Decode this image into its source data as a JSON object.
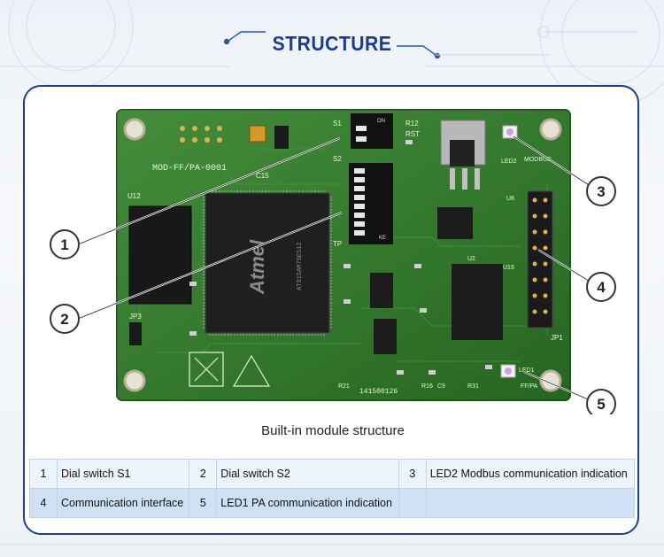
{
  "header": {
    "title": "STRUCTURE"
  },
  "board": {
    "labels": {
      "s1": "S1",
      "s2": "S2",
      "model": "MOD-FF/PA-0001",
      "u12": "U12",
      "u2": "U2",
      "tp": "TP",
      "jp3": "JP3",
      "jp1": "JP1",
      "r12": "R12",
      "rst": "RST",
      "led2": "LED2",
      "modbus": "MODBUS",
      "led1": "LED1",
      "ffpa": "FF/PA",
      "r31": "R31",
      "r21": "R21",
      "serial": "141500126",
      "c15": "C15",
      "u16": "U16",
      "u8": "U8",
      "r16": "R16",
      "c9": "C9",
      "chip_brand": "Atmel",
      "chip_part": "AT91SAM7SE512",
      "on": "ON",
      "ke": "KE"
    },
    "dip_s1_positions": 2,
    "dip_s2_positions": 8,
    "callouts": [
      "1",
      "2",
      "3",
      "4",
      "5"
    ]
  },
  "caption": "Built-in module structure",
  "legend": {
    "rows": [
      [
        {
          "num": "1",
          "label": "Dial switch S1"
        },
        {
          "num": "2",
          "label": "Dial switch S2"
        },
        {
          "num": "3",
          "label": "LED2 Modbus communication indication"
        }
      ],
      [
        {
          "num": "4",
          "label": "Communication interface"
        },
        {
          "num": "5",
          "label": "LED1 PA communication indication"
        },
        {
          "num": "",
          "label": ""
        }
      ]
    ]
  },
  "colors": {
    "title": "#1a3d8f",
    "frame": "#1c3f8a",
    "pcb": "#2f7a2a",
    "row1": "#eef4fb",
    "row2": "#cfe1f4"
  }
}
